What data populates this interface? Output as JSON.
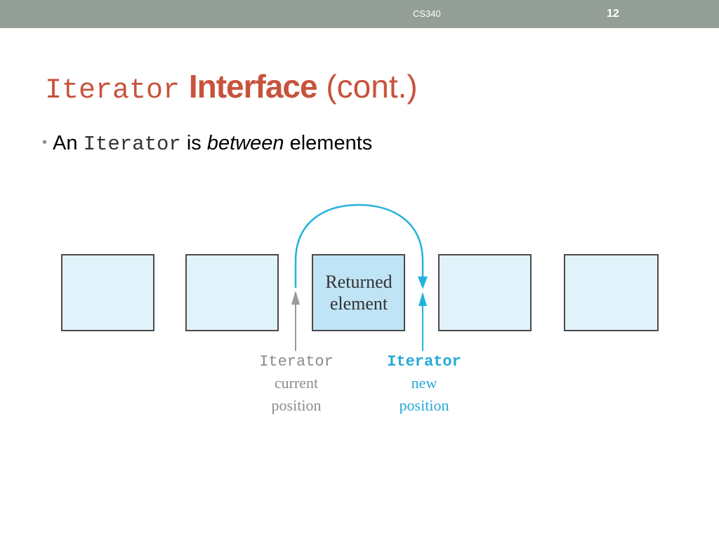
{
  "header": {
    "course": "CS340",
    "slide_number": "12"
  },
  "title": {
    "code_part": "Iterator",
    "bold_part": "Interface",
    "rest": "(cont.)"
  },
  "bullet": {
    "lead": "An",
    "code": "Iterator",
    "mid": "is",
    "emph": "between",
    "tail": "elements"
  },
  "diagram": {
    "returned_label_line1": "Returned",
    "returned_label_line2": "element",
    "current_label": [
      "Iterator",
      "current",
      "position"
    ],
    "new_label": [
      "Iterator",
      "new",
      "position"
    ],
    "colors": {
      "box_fill": "#e2f2fb",
      "box_fill_highlight": "#bfe4f5",
      "box_stroke": "#4a4a4a",
      "arrow_gray": "#9a9a9a",
      "arrow_cyan": "#22b3dc",
      "label_gray": "#8c8c8c",
      "label_cyan": "#27a9d6"
    }
  }
}
